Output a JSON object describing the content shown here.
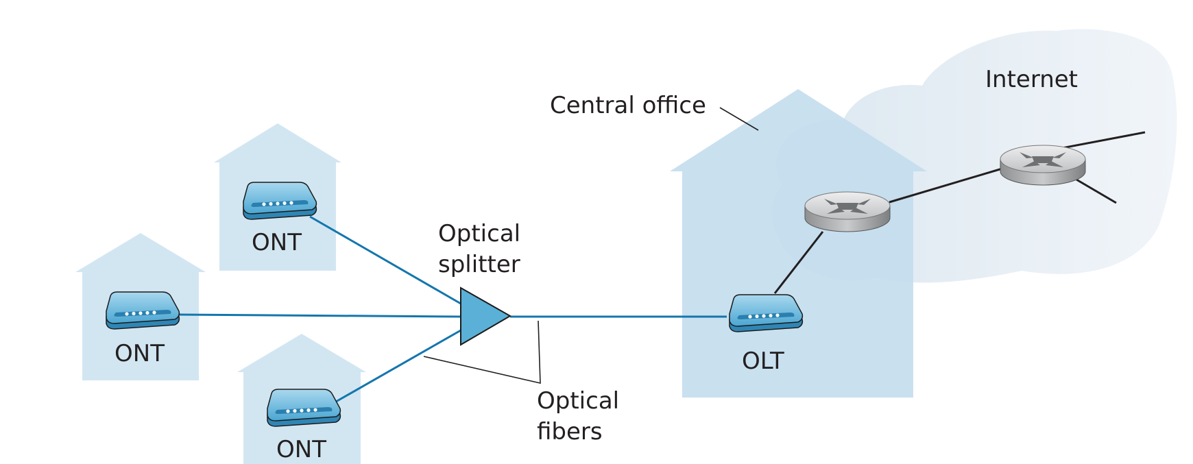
{
  "diagram": {
    "labels": {
      "internet": "Internet",
      "central_office": "Central office",
      "optical_splitter_line1": "Optical",
      "optical_splitter_line2": "splitter",
      "optical_fibers_line1": "Optical",
      "optical_fibers_line2": "fibers",
      "olt": "OLT",
      "ont_top": "ONT",
      "ont_left": "ONT",
      "ont_bottom": "ONT"
    },
    "colors": {
      "fiber": "#1476ad",
      "house": "#d2e6f2",
      "central_office": "#c3dded",
      "internet_cloud": "#e6eef5",
      "device": "#5aaed5",
      "splitter": "#5ab0d6",
      "router": "#c9cbcd"
    },
    "icons": [
      "ont-device-icon",
      "olt-device-icon",
      "router-icon",
      "optical-splitter-icon",
      "house-icon",
      "cloud-icon"
    ]
  }
}
